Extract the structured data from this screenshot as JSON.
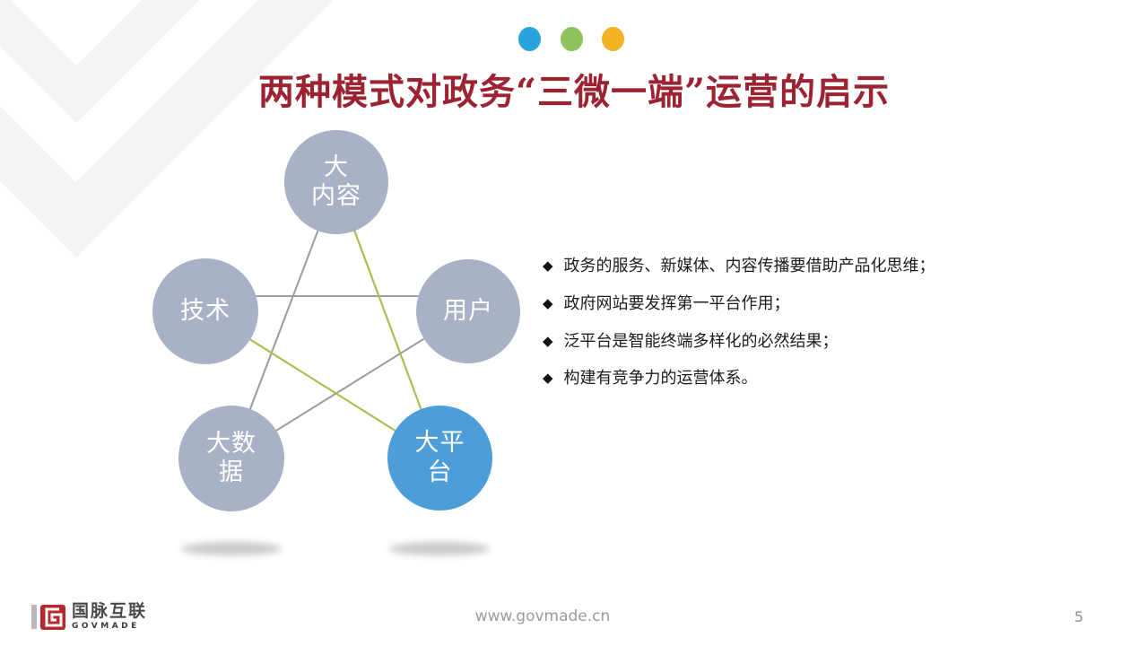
{
  "title": {
    "text": "两种模式对政务“三微一端”运营的启示",
    "color": "#9c2332"
  },
  "decor": {
    "dots": [
      {
        "name": "dot-blue",
        "color": "#29a3dc"
      },
      {
        "name": "dot-green",
        "color": "#8fc25c"
      },
      {
        "name": "dot-orange",
        "color": "#f2b424"
      }
    ]
  },
  "diagram": {
    "nodes": [
      {
        "id": "big-content",
        "label": "大\n内容",
        "color": "#a8b1c5"
      },
      {
        "id": "technology",
        "label": "技术",
        "color": "#a8b1c5"
      },
      {
        "id": "users",
        "label": "用户",
        "color": "#a8b1c5"
      },
      {
        "id": "big-data",
        "label": "大数\n据",
        "color": "#a8b1c5"
      },
      {
        "id": "big-platform",
        "label": "大平\n台",
        "color": "#4d9ed8"
      }
    ],
    "edges": [
      {
        "from": "big-content",
        "to": "big-data",
        "color": "#9b9ba2"
      },
      {
        "from": "big-content",
        "to": "big-platform",
        "color": "#a9bf53"
      },
      {
        "from": "technology",
        "to": "users",
        "color": "#9b9ba2"
      },
      {
        "from": "technology",
        "to": "big-platform",
        "color": "#a9bf53"
      },
      {
        "from": "users",
        "to": "big-data",
        "color": "#9b9ba2"
      }
    ]
  },
  "bullets": {
    "marker": "◆",
    "items": [
      {
        "text": "政务的服务、新媒体、内容传播要借助产品化思维；"
      },
      {
        "text": "政府网站要发挥第一平台作用；"
      },
      {
        "text": "泛平台是智能终端多样化的必然结果；"
      },
      {
        "text": "构建有竞争力的运营体系。"
      }
    ]
  },
  "footer": {
    "logo_cn": "国脉互联",
    "logo_en": "GOVMADE",
    "logo_red": "#b5282e",
    "url": "www.govmade.cn",
    "page": "5"
  }
}
